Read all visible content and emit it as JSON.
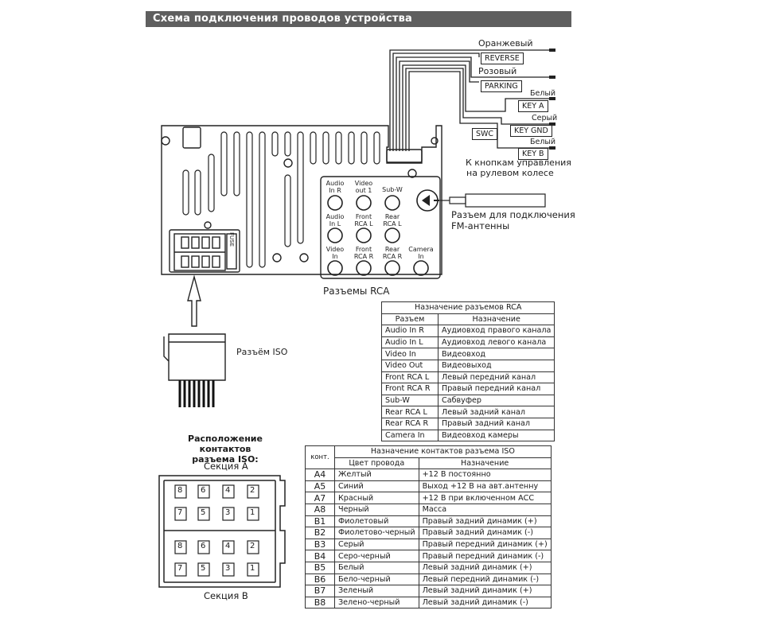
{
  "title": "Схема подключения проводов устройства",
  "wires": {
    "orange": "Оранжевый",
    "reverse": "REVERSE",
    "pink": "Розовый",
    "parking": "PARKING",
    "white1": "Белый",
    "key_a": "KEY A",
    "gray": "Серый",
    "key_gnd": "KEY GND",
    "swc": "SWC",
    "white2": "Белый",
    "key_b": "KEY B",
    "steering_note": [
      "К кнопкам управления",
      "на рулевом колесе"
    ]
  },
  "antenna_note": [
    "Разъем для подключения",
    "FM-антенны"
  ],
  "fuse": "FUSE",
  "rca_jacks": [
    [
      "Audio",
      "In R"
    ],
    [
      "Video",
      "out 1"
    ],
    [
      "Sub-W",
      ""
    ],
    [
      "Audio",
      "In L"
    ],
    [
      "Front",
      "RCA L"
    ],
    [
      "Rear",
      "RCA L"
    ],
    [
      "Video",
      "In"
    ],
    [
      "Front",
      "RCA R"
    ],
    [
      "Rear",
      "RCA R"
    ],
    [
      "Camera",
      "In"
    ]
  ],
  "rca_caption": "Разъемы RCA",
  "iso_caption": "Разъём ISO",
  "iso_layout": {
    "title": [
      "Расположение контактов",
      "разъема ISO:"
    ],
    "section_a": "Секция А",
    "section_b": "Секция В",
    "pins_top": [
      "8",
      "6",
      "4",
      "2"
    ],
    "pins_bottom": [
      "7",
      "5",
      "3",
      "1"
    ]
  },
  "rca_table": {
    "title": "Назначение разъемов RCA",
    "headers": [
      "Разъем",
      "Назначение"
    ],
    "rows": [
      [
        "Audio In R",
        "Аудиовход правого канала"
      ],
      [
        "Audio In L",
        "Аудиовход левого канала"
      ],
      [
        "Video In",
        "Видеовход"
      ],
      [
        "Video Out",
        "Видеовыход"
      ],
      [
        "Front RCA L",
        "Левый передний канал"
      ],
      [
        "Front RCA R",
        "Правый передний канал"
      ],
      [
        "Sub-W",
        "Сабвуфер"
      ],
      [
        "Rear RCA L",
        "Левый задний канал"
      ],
      [
        "Rear RCA R",
        "Правый задний канал"
      ],
      [
        "Camera In",
        "Видеовход камеры"
      ]
    ]
  },
  "iso_table": {
    "title": "Назначение контактов разъема ISO",
    "col_pin": "конт.",
    "headers": [
      "Цвет провода",
      "Назначение"
    ],
    "rows": [
      [
        "A4",
        "Желтый",
        "+12 В постоянно"
      ],
      [
        "A5",
        "Синий",
        "Выход +12 В на авт.антенну"
      ],
      [
        "A7",
        "Красный",
        "+12 В при включенном АСС"
      ],
      [
        "A8",
        "Черный",
        "Масса"
      ],
      [
        "B1",
        "Фиолетовый",
        "Правый задний динамик (+)"
      ],
      [
        "B2",
        "Фиолетово-черный",
        "Правый задний динамик (-)"
      ],
      [
        "B3",
        "Серый",
        "Правый передний динамик (+)"
      ],
      [
        "B4",
        "Серо-черный",
        "Правый передний динамик (-)"
      ],
      [
        "B5",
        "Белый",
        "Левый задний динамик (+)"
      ],
      [
        "B6",
        "Бело-черный",
        "Левый передний динамик (-)"
      ],
      [
        "B7",
        "Зеленый",
        "Левый задний динамик (+)"
      ],
      [
        "B8",
        "Зелено-черный",
        "Левый задний динамик (-)"
      ]
    ]
  }
}
